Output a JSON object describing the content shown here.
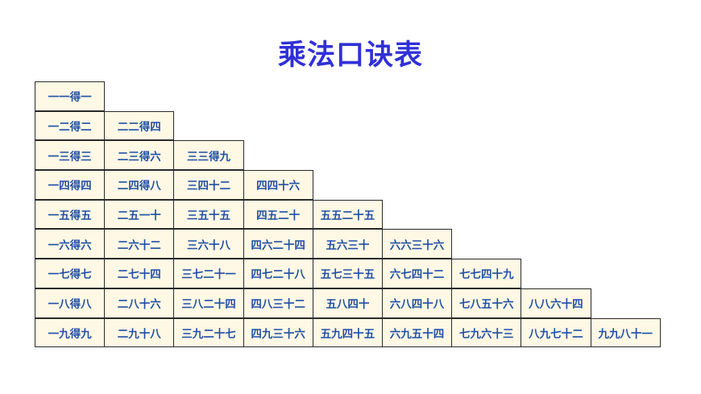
{
  "title": "乘法口诀表",
  "rows": [
    [
      "一一得一"
    ],
    [
      "一二得二",
      "二二得四"
    ],
    [
      "一三得三",
      "二三得六",
      "三三得九"
    ],
    [
      "一四得四",
      "二四得八",
      "三四十二",
      "四四十六"
    ],
    [
      "一五得五",
      "二五一十",
      "三五十五",
      "四五二十",
      "五五二十五"
    ],
    [
      "一六得六",
      "二六十二",
      "三六十八",
      "四六二十四",
      "五六三十",
      "六六三十六"
    ],
    [
      "一七得七",
      "二七十四",
      "三七二十一",
      "四七二十八",
      "五七三十五",
      "六七四十二",
      "七七四十九"
    ],
    [
      "一八得八",
      "二八十六",
      "三八二十四",
      "四八三十二",
      "五八四十",
      "六八四十八",
      "七八五十六",
      "八八六十四"
    ],
    [
      "一九得九",
      "二九十八",
      "三九二十七",
      "四九三十六",
      "五九四十五",
      "六九五十四",
      "七九六十三",
      "八九七十二",
      "九九八十一"
    ]
  ]
}
